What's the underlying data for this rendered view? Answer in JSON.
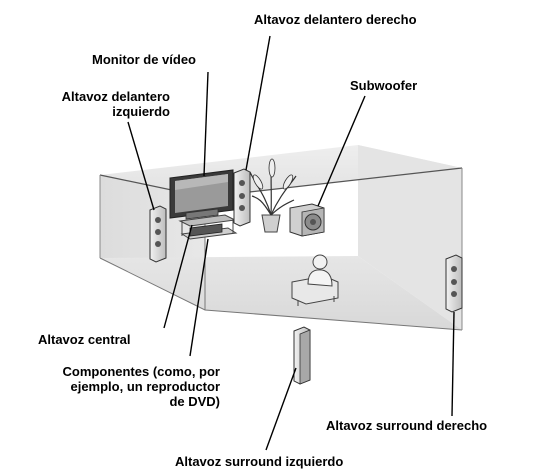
{
  "labels": {
    "front_right": "Altavoz delantero derecho",
    "video_monitor": "Monitor de vídeo",
    "subwoofer": "Subwoofer",
    "front_left_line1": "Altavoz delantero",
    "front_left_line2": "izquierdo",
    "center": "Altavoz central",
    "components_line1": "Componentes (como, por",
    "components_line2": "ejemplo, un reproductor",
    "components_line3": "de DVD)",
    "surround_right": "Altavoz surround derecho",
    "surround_left": "Altavoz surround izquierdo"
  }
}
